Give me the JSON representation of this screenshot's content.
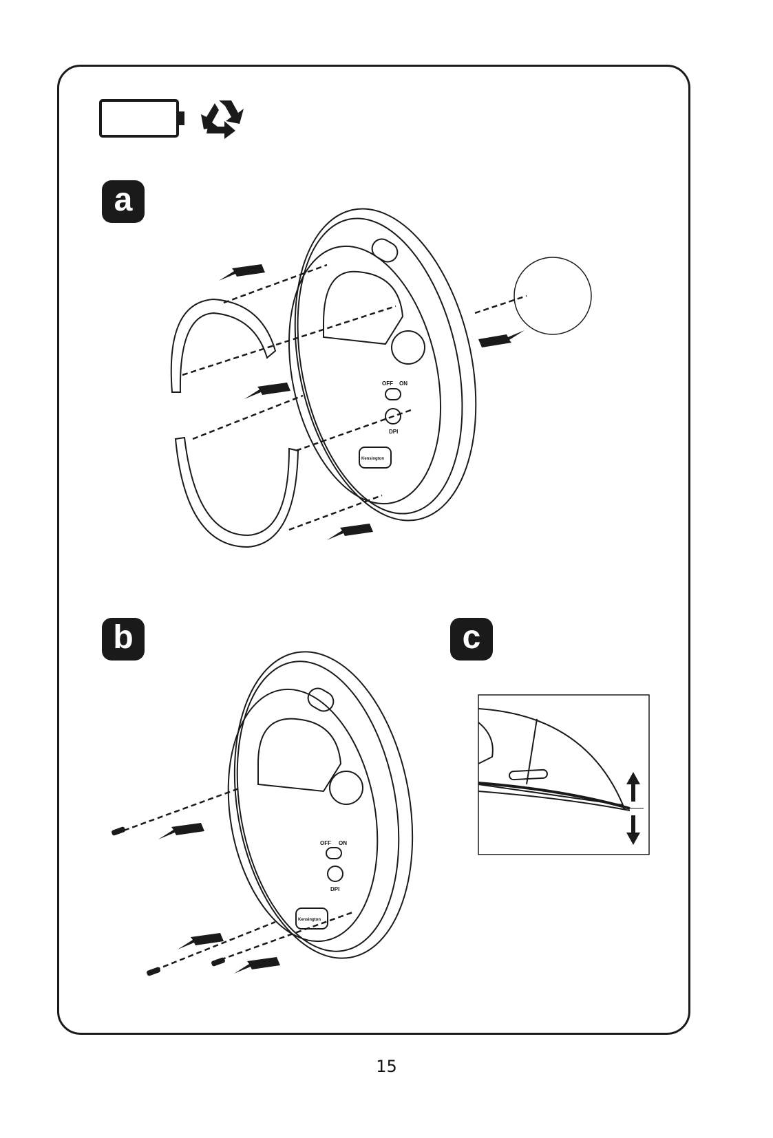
{
  "icons": {
    "battery": "battery-empty-icon",
    "recycle": "recycle-icon"
  },
  "steps": {
    "a": "a",
    "b": "b",
    "c": "c"
  },
  "mouse_labels": {
    "off": "OFF",
    "on": "ON",
    "dpi": "DPI",
    "brand": "Kensington"
  },
  "page_number": "15"
}
